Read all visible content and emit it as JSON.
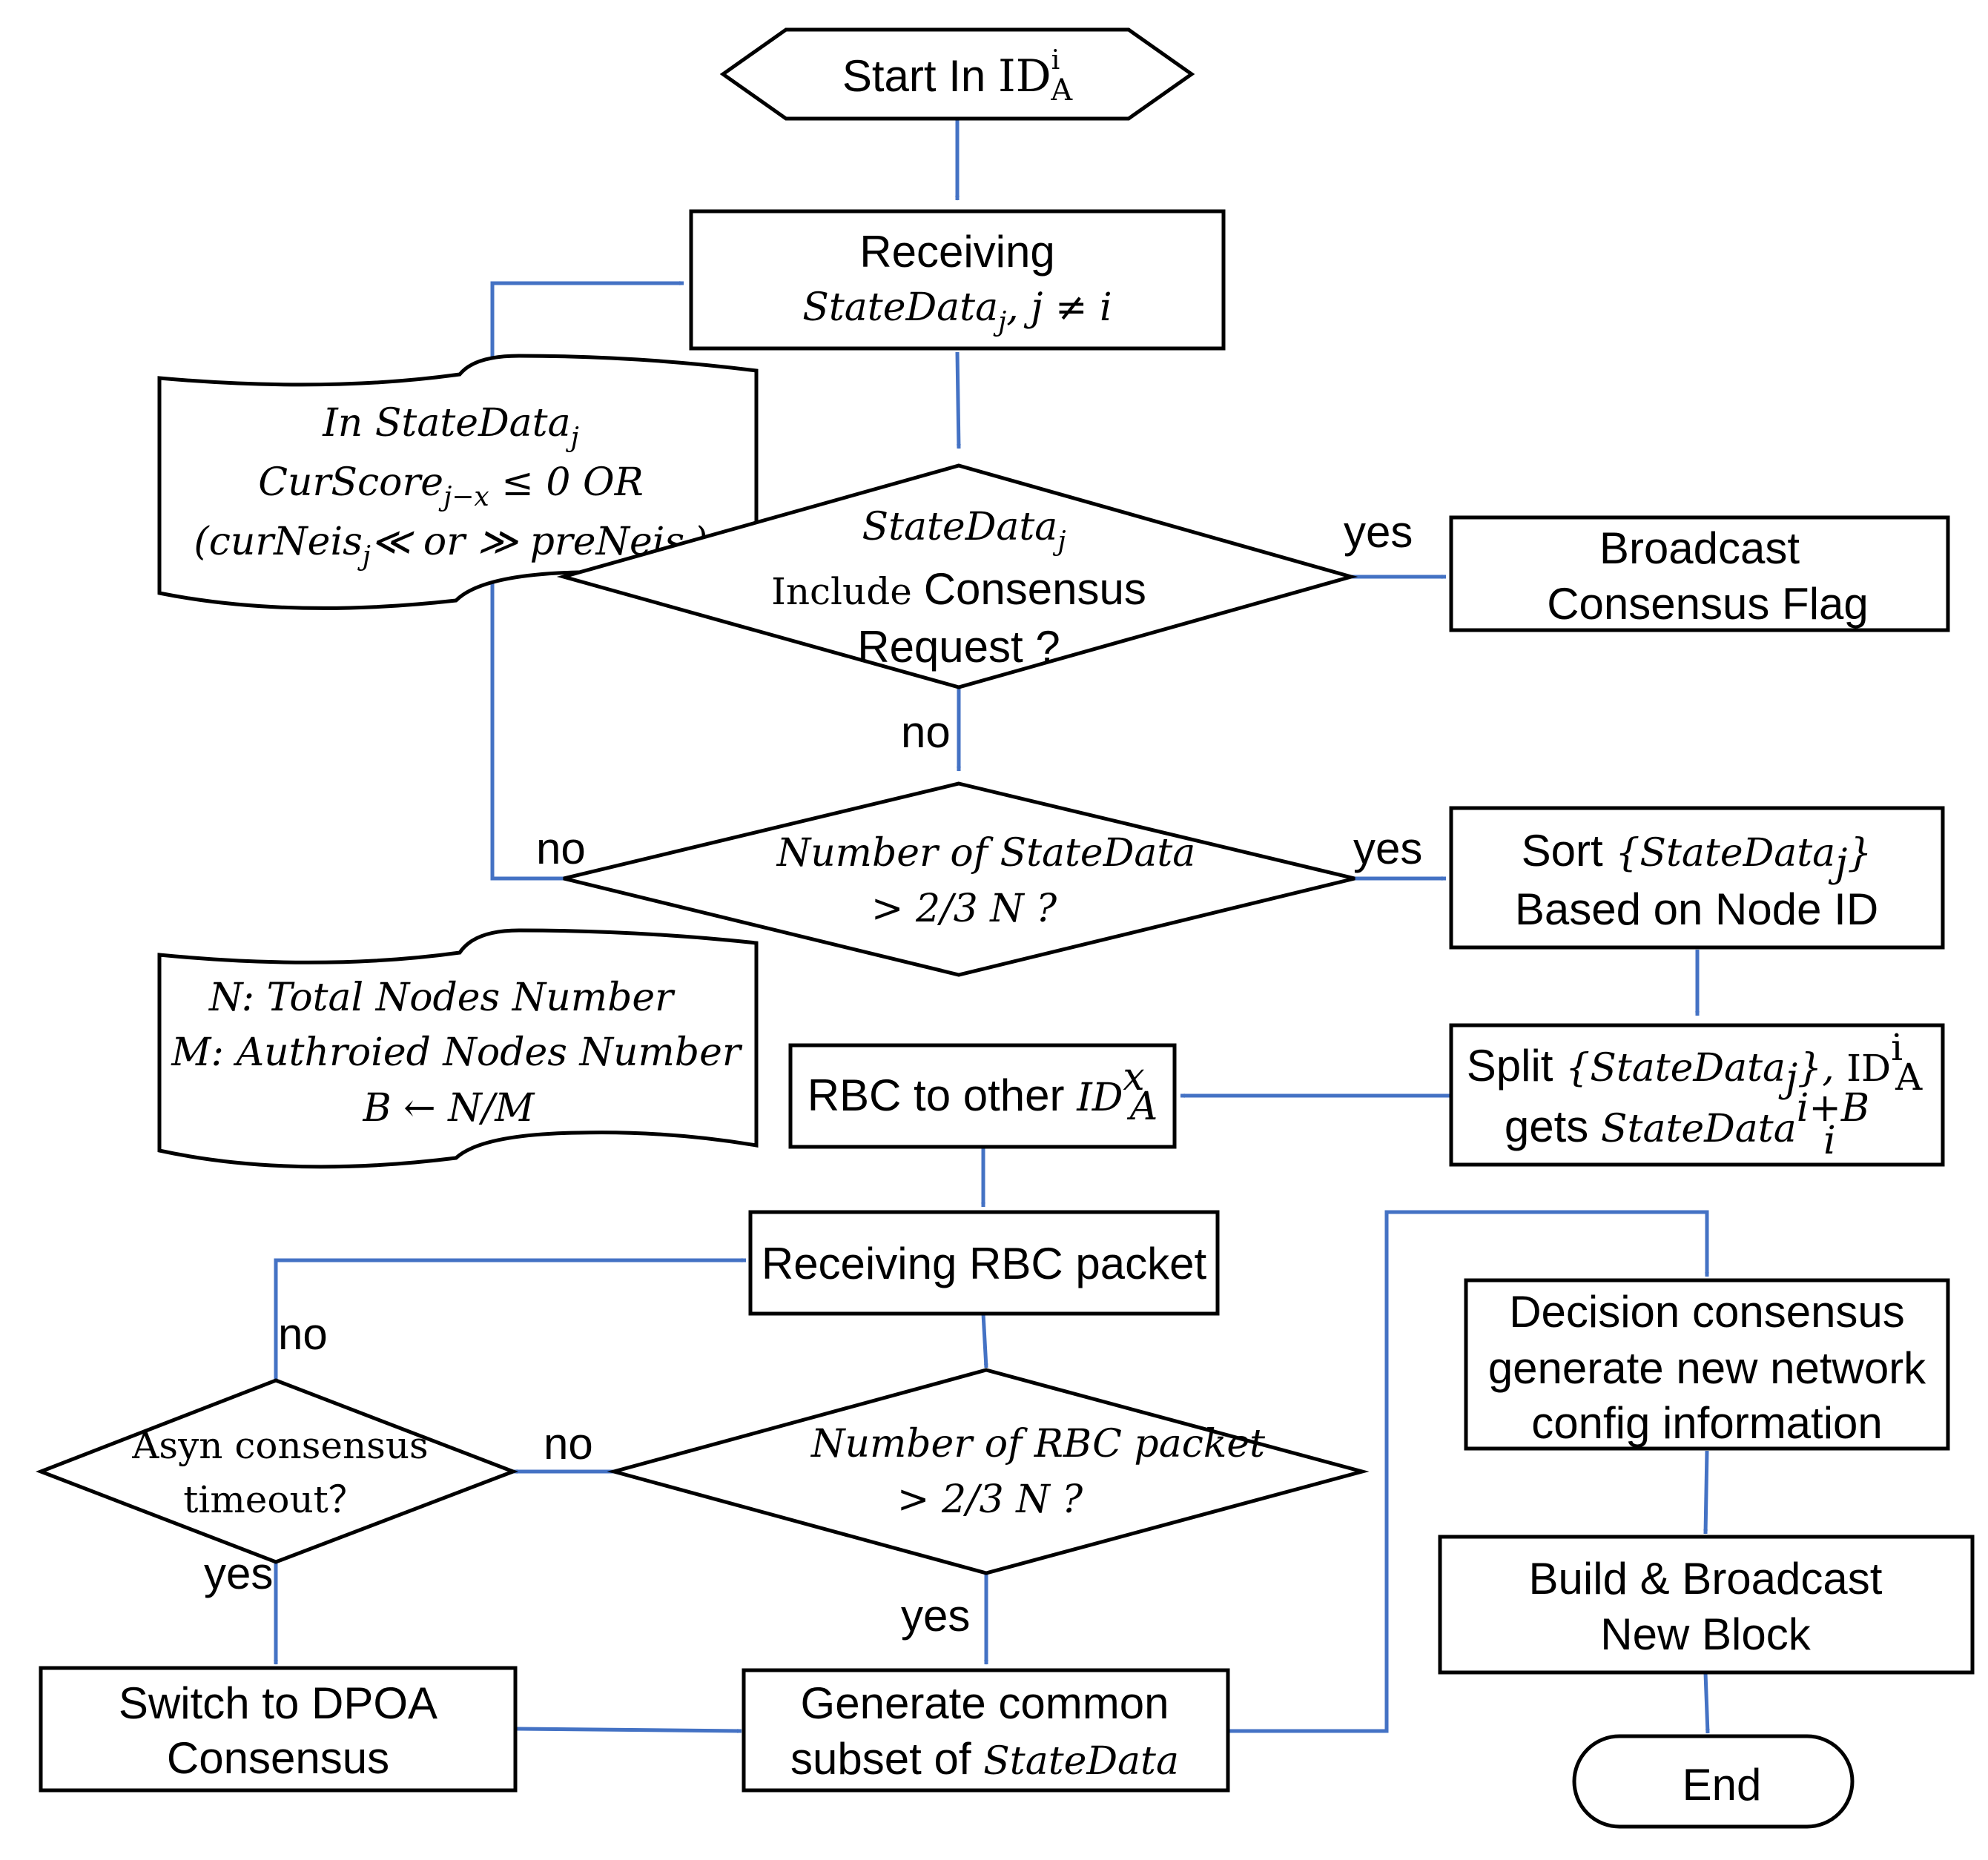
{
  "colors": {
    "connector": "#4472C4",
    "outline": "#000000",
    "background": "#ffffff"
  },
  "nodes": {
    "start": {
      "text": "Start In ",
      "id_base": "ID",
      "id_sup": "i",
      "id_sub": "A"
    },
    "receiving": {
      "line1": "Receiving",
      "line2_base": "StateData",
      "line2_sub": "j",
      "line2_rest": ",  j ≠ i"
    },
    "note_condition": {
      "line1_pre": "In StateData",
      "line1_sub": "j",
      "line2_pre": "CurScore",
      "line2_sub": "j−x",
      "line2_rest": " ≤ 0  OR",
      "line3_a": "(curNeis",
      "line3_sub1": "j",
      "line3_b": "≪ or ≫ preNeis",
      "line3_sub2": "j",
      "line3_c": ")"
    },
    "decision_request": {
      "line1_base": "StateData",
      "line1_sub": "j",
      "line2_a": "Include ",
      "line2_b": "Consensus",
      "line3": "Request ?"
    },
    "broadcast_flag": {
      "line1": "Broadcast",
      "line2": "Consensus Flag"
    },
    "decision_count": {
      "line1": "Number of StateData",
      "line2": "> 2/3 N ?"
    },
    "sort": {
      "line1_a": "Sort ",
      "line1_b": "{StateData",
      "line1_sub": "j",
      "line1_c": "}",
      "line2": "Based on Node ID"
    },
    "note_defs": {
      "line1": "N: Total Nodes Number",
      "line2": "M: Authroied Nodes Number",
      "line3": "B ← N/M"
    },
    "split": {
      "line1_a": "Split  ",
      "line1_b": "{StateData",
      "line1_sub": "j",
      "line1_c": "}, ",
      "line1_id": "ID",
      "line1_id_sup": "i",
      "line1_id_sub": "A",
      "line2_a": "gets ",
      "line2_b": "StateData",
      "line2_sup": "i+B",
      "line2_sub": "i"
    },
    "rbc": {
      "text": "RBC to other ",
      "id_base": "ID",
      "id_sup": "x",
      "id_sub": "A"
    },
    "receiving_rbc": {
      "text": "Receiving RBC packet"
    },
    "decision_rbc": {
      "line1": "Number of RBC packet",
      "line2": "> 2/3 N ?"
    },
    "decision_timeout": {
      "line1": "Asyn consensus",
      "line2": "timeout？"
    },
    "switch_dpoa": {
      "line1": "Switch to DPOA",
      "line2": "Consensus"
    },
    "common_subset": {
      "line1": "Generate common",
      "line2_a": "subset of ",
      "line2_b": "StateData"
    },
    "decision_consensus": {
      "line1": "Decision consensus",
      "line2": "generate new network",
      "line3": "config information"
    },
    "build_block": {
      "line1": "Build & Broadcast",
      "line2": "New Block"
    },
    "end": {
      "text": "End"
    }
  },
  "edge_labels": {
    "request_yes": "yes",
    "request_no": "no",
    "count_no": "no",
    "count_yes": "yes",
    "timeout_no": "no",
    "rbc_no": "no",
    "timeout_yes": "yes",
    "rbc_yes": "yes"
  }
}
